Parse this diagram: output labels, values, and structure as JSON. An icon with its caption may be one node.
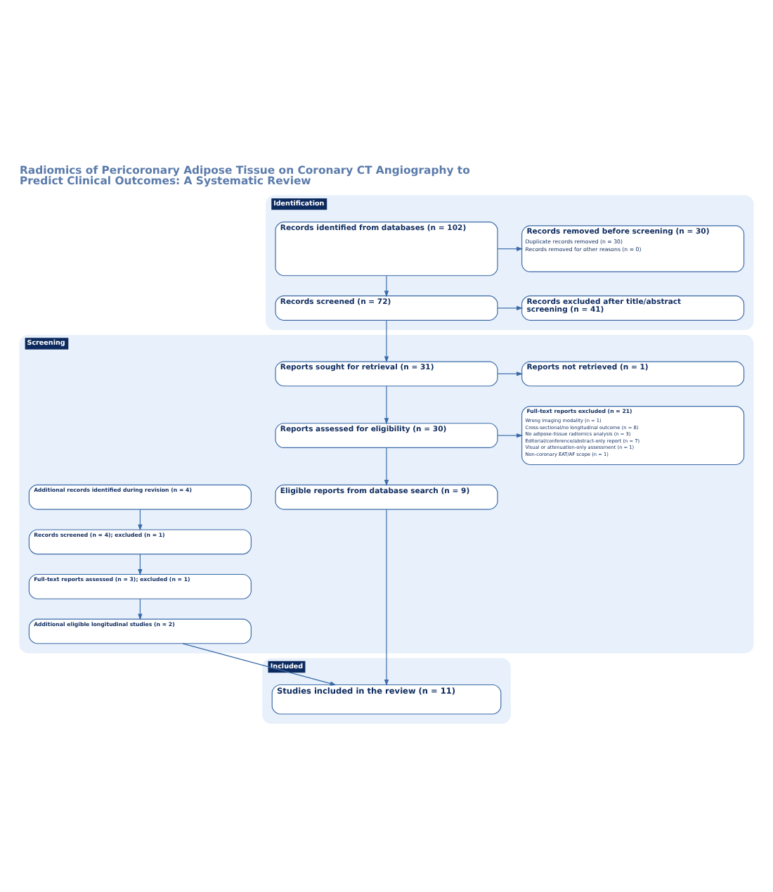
{
  "diagram": {
    "title": "Radiomics of Pericoronary Adipose Tissue on Coronary CT Angiography to Predict Clinical Outcomes: A Systematic Review",
    "nodes": [
      {
        "text": [
          "Identification"
        ]
      },
      {
        "text": [
          "Records identified from databases (n = 102)"
        ],
        "in": 0
      },
      {
        "text": [
          "Records removed before screening (n = 30)",
          "Duplicate records removed (n = 30)",
          "Records removed for other reasons (n = 0)"
        ],
        "in": 0
      },
      {
        "text": [
          "Records screened (n = 72)"
        ],
        "in": 0
      },
      {
        "text": [
          "Records excluded after title/abstract screening (n = 41)"
        ],
        "in": 0
      },
      {
        "text": [
          "Screening"
        ]
      },
      {
        "text": [
          "Reports sought for retrieval (n = 31)"
        ],
        "in": 5
      },
      {
        "text": [
          "Reports not retrieved (n = 1)"
        ],
        "in": 5
      },
      {
        "text": [
          "Reports assessed for eligibility (n = 30)"
        ],
        "in": 5
      },
      {
        "text": [
          "Full-text reports excluded (n = 21)",
          "Wrong imaging modality (n = 1)",
          "Cross-sectional/no longitudinal outcome (n = 8)",
          "No adipose-tissue radiomics analysis (n = 3)",
          "Editorial/conference/abstract-only report (n = 7)",
          "Visual or attenuation-only assessment (n = 1)",
          "Non-coronary EAT/AF scope (n = 1)"
        ],
        "in": 5
      },
      {
        "text": [
          "Eligible reports from database search (n = 9)"
        ],
        "in": 5
      },
      {
        "text": [
          "Additional records identified during revision (n = 4)"
        ],
        "in": 5
      },
      {
        "text": [
          "Records screened (n = 4); excluded (n = 1)"
        ],
        "in": 5
      },
      {
        "text": [
          "Full-text reports assessed (n = 3); excluded (n = 1)"
        ],
        "in": 5
      },
      {
        "text": [
          "Additional eligible longitudinal studies (n = 2)"
        ],
        "in": 5
      },
      {
        "text": [
          "Included"
        ]
      },
      {
        "text": [
          "Studies included in the review (n = 11)"
        ],
        "in": 15
      }
    ],
    "edges": [
      {
        "from": 1,
        "to": 2,
        "arrow": "to"
      },
      {
        "from": 1,
        "to": 3,
        "arrow": "to"
      },
      {
        "from": 3,
        "to": 4,
        "arrow": "to"
      },
      {
        "from": 3,
        "to": 6,
        "arrow": "to"
      },
      {
        "from": 6,
        "to": 7,
        "arrow": "to"
      },
      {
        "from": 6,
        "to": 8,
        "arrow": "to"
      },
      {
        "from": 8,
        "to": 9,
        "arrow": "to"
      },
      {
        "from": 8,
        "to": 10,
        "arrow": "to"
      },
      {
        "from": 10,
        "to": 16,
        "arrow": "to"
      },
      {
        "from": 11,
        "to": 12,
        "arrow": "to"
      },
      {
        "from": 12,
        "to": 13,
        "arrow": "to"
      },
      {
        "from": 13,
        "to": 14,
        "arrow": "to"
      },
      {
        "from": 14,
        "to": 16,
        "arrow": "to"
      }
    ]
  }
}
